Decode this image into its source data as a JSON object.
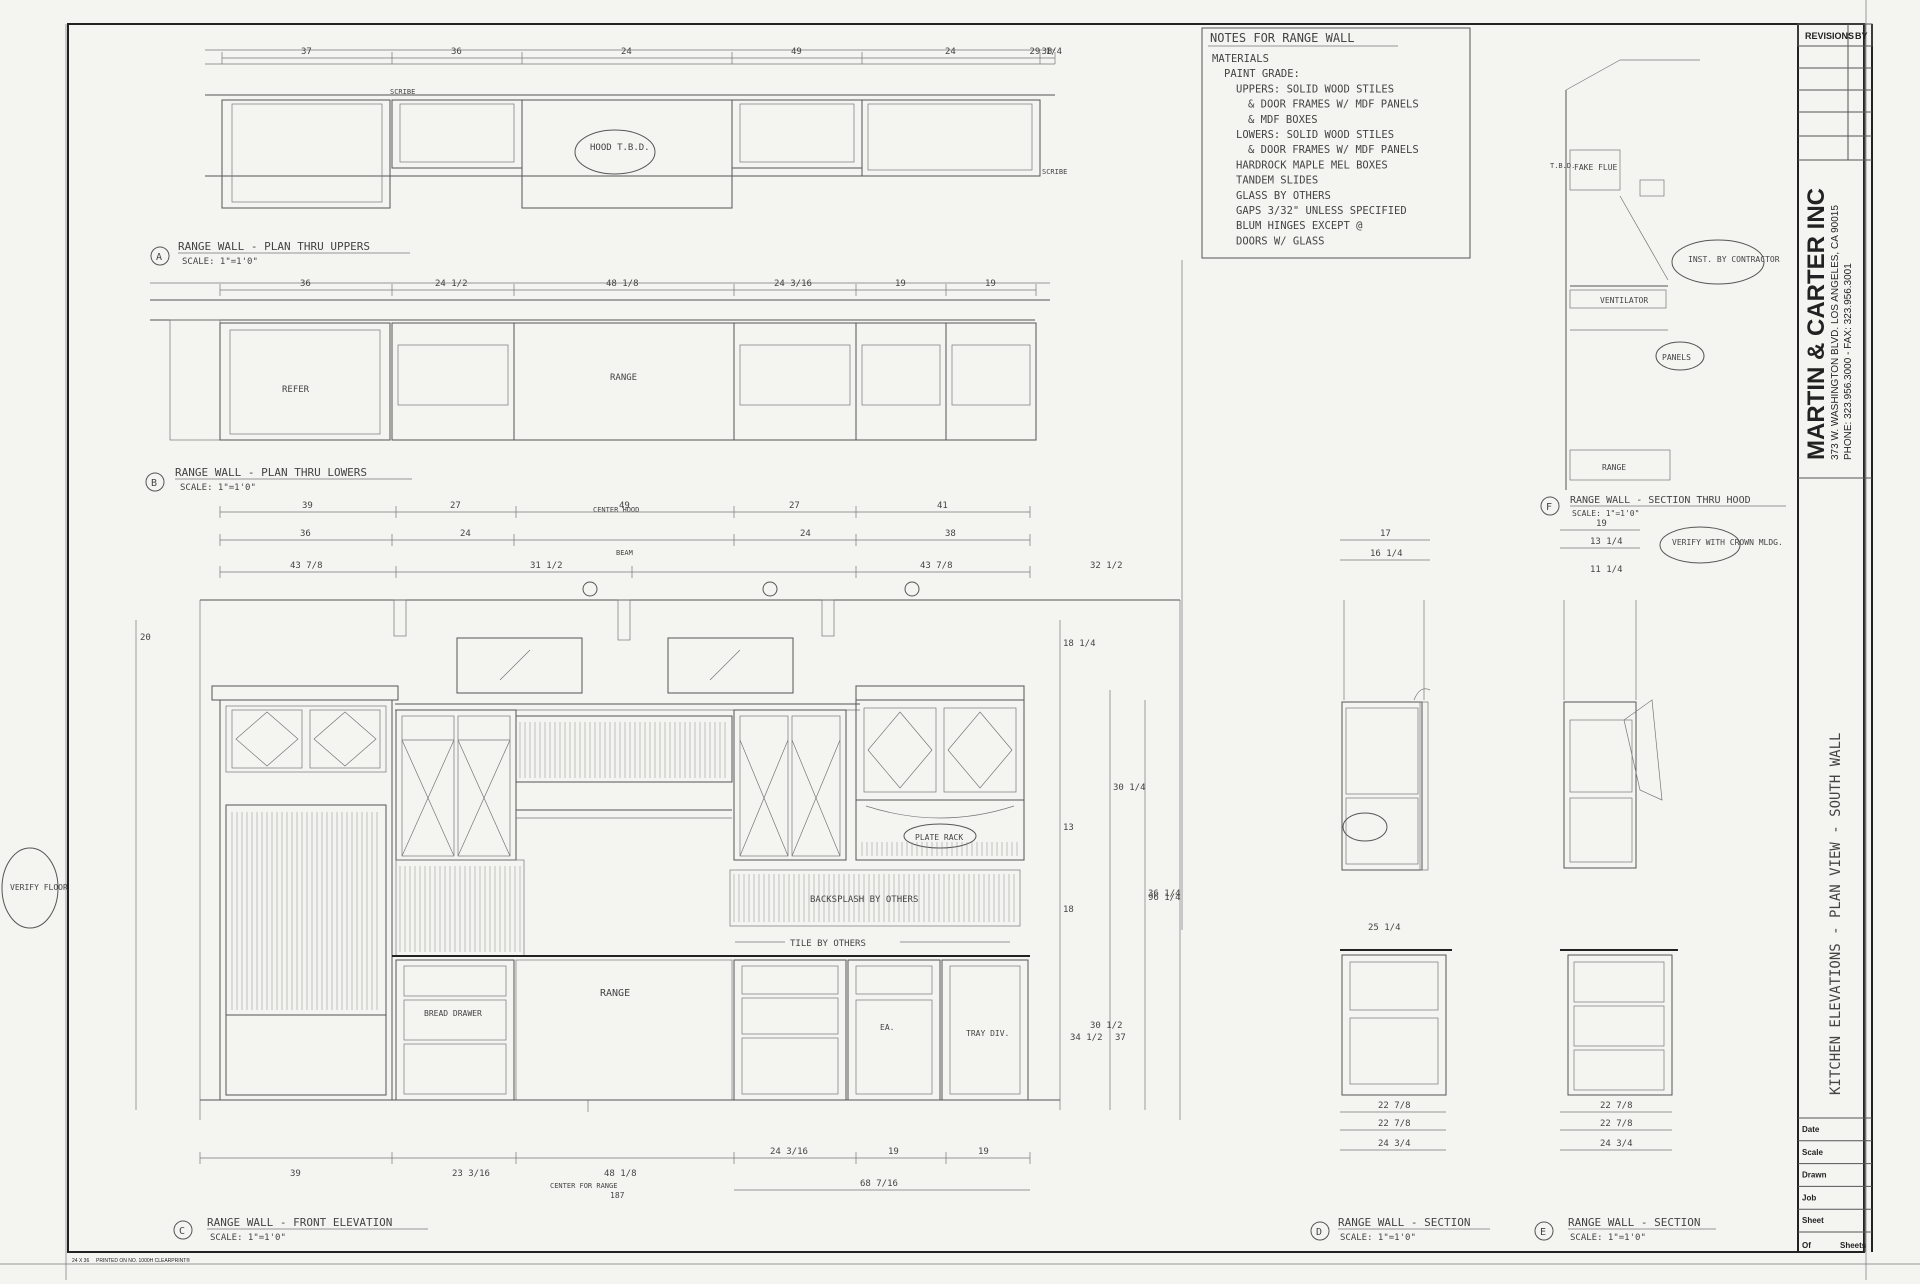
{
  "notes": {
    "title": "NOTES FOR RANGE WALL",
    "lines": [
      "MATERIALS",
      "PAINT GRADE:",
      "UPPERS: SOLID WOOD STILES",
      "& DOOR FRAMES W/ MDF PANELS",
      "& MDF BOXES",
      "LOWERS: SOLID WOOD STILES",
      "& DOOR FRAMES W/ MDF PANELS",
      "HARDROCK MAPLE MEL BOXES",
      "TANDEM SLIDES",
      "GLASS BY OTHERS",
      "GAPS 3/32\" UNLESS SPECIFIED",
      "BLUM HINGES EXCEPT @",
      "DOORS W/ GLASS"
    ]
  },
  "views": {
    "a_label": "A",
    "a_title": "RANGE WALL - PLAN THRU UPPERS",
    "a_scale": "SCALE: 1\"=1'0\"",
    "b_label": "B",
    "b_title": "RANGE WALL - PLAN THRU LOWERS",
    "b_scale": "SCALE: 1\"=1'0\"",
    "c_label": "C",
    "c_title": "RANGE WALL - FRONT ELEVATION",
    "c_scale": "SCALE: 1\"=1'0\"",
    "d_label": "D",
    "d_title": "RANGE WALL - SECTION",
    "d_scale": "SCALE: 1\"=1'0\"",
    "e_label": "E",
    "e_title": "RANGE WALL - SECTION",
    "e_scale": "SCALE: 1\"=1'0\"",
    "f_label": "F",
    "f_title": "RANGE WALL - SECTION THRU HOOD",
    "f_scale": "SCALE: 1\"=1'0\""
  },
  "labels": {
    "hood": "HOOD T.B.D.",
    "range": "RANGE",
    "refer": "REFER",
    "bread_drawer": "BREAD DRAWER",
    "tray_div": "TRAY DIV.",
    "plate_rack": "PLATE RACK",
    "backsplash": "BACKSPLASH BY OTHERS",
    "tile": "TILE BY OTHERS",
    "verify_floor": "VERIFY FLOOR",
    "verify_crown": "VERIFY WITH CROWN MLDG.",
    "install_contractor": "INST. BY CONTRACTOR",
    "ventilator": "VENTILATOR",
    "panels": "PANELS",
    "fake_flue": "FAKE FLUE",
    "center_hood": "CENTER HOOD",
    "center_range": "CENTER FOR RANGE",
    "scribe": "SCRIBE",
    "tbd": "T.B.D.",
    "ea": "EA.",
    "beam": "BEAM"
  },
  "dims_top": [
    "37",
    "36",
    "24",
    "49",
    "24",
    "38",
    "29 1/4"
  ],
  "dims_b": [
    "36",
    "24 1/2",
    "48 1/8",
    "24 3/16",
    "19",
    "19"
  ],
  "dims_c": [
    "39",
    "27",
    "49",
    "27",
    "41",
    "36",
    "24",
    "24",
    "38",
    "43 7/8",
    "31 1/2",
    "43 7/8",
    "32 1/2"
  ],
  "dims_c_bottom": [
    "39",
    "23 3/16",
    "48 1/8",
    "24 3/16",
    "19",
    "19",
    "68 7/16",
    "187"
  ],
  "dims_d": [
    "17",
    "16 1/4",
    "25 1/4",
    "22 7/8",
    "24 3/4"
  ],
  "dims_e": [
    "19",
    "13 1/4",
    "11 1/4",
    "22 7/8",
    "24 3/4"
  ],
  "vert_dims": [
    "20",
    "18 1/4",
    "30 1/4",
    "36 1/4",
    "13",
    "18",
    "37",
    "30 1/2",
    "34 1/2",
    "96 1/4"
  ],
  "title_block": {
    "revisions": "REVISIONS",
    "by": "BY",
    "company": "MARTIN & CARTER INC",
    "address": "373 W. WASHINGTON BLVD. LOS ANGELES, CA 90015",
    "phone": "PHONE: 323.956.3000 - FAX: 323.956.3001",
    "sheet_title": "KITCHEN ELEVATIONS - PLAN VIEW - SOUTH WALL",
    "rows": [
      "Date",
      "Scale",
      "Drawn",
      "Job",
      "Sheet"
    ],
    "of": "Of",
    "sheets": "Sheets"
  },
  "footer": {
    "size": "24 X 36",
    "printed": "PRINTED ON NO. 1000H CLEARPRINT®"
  }
}
